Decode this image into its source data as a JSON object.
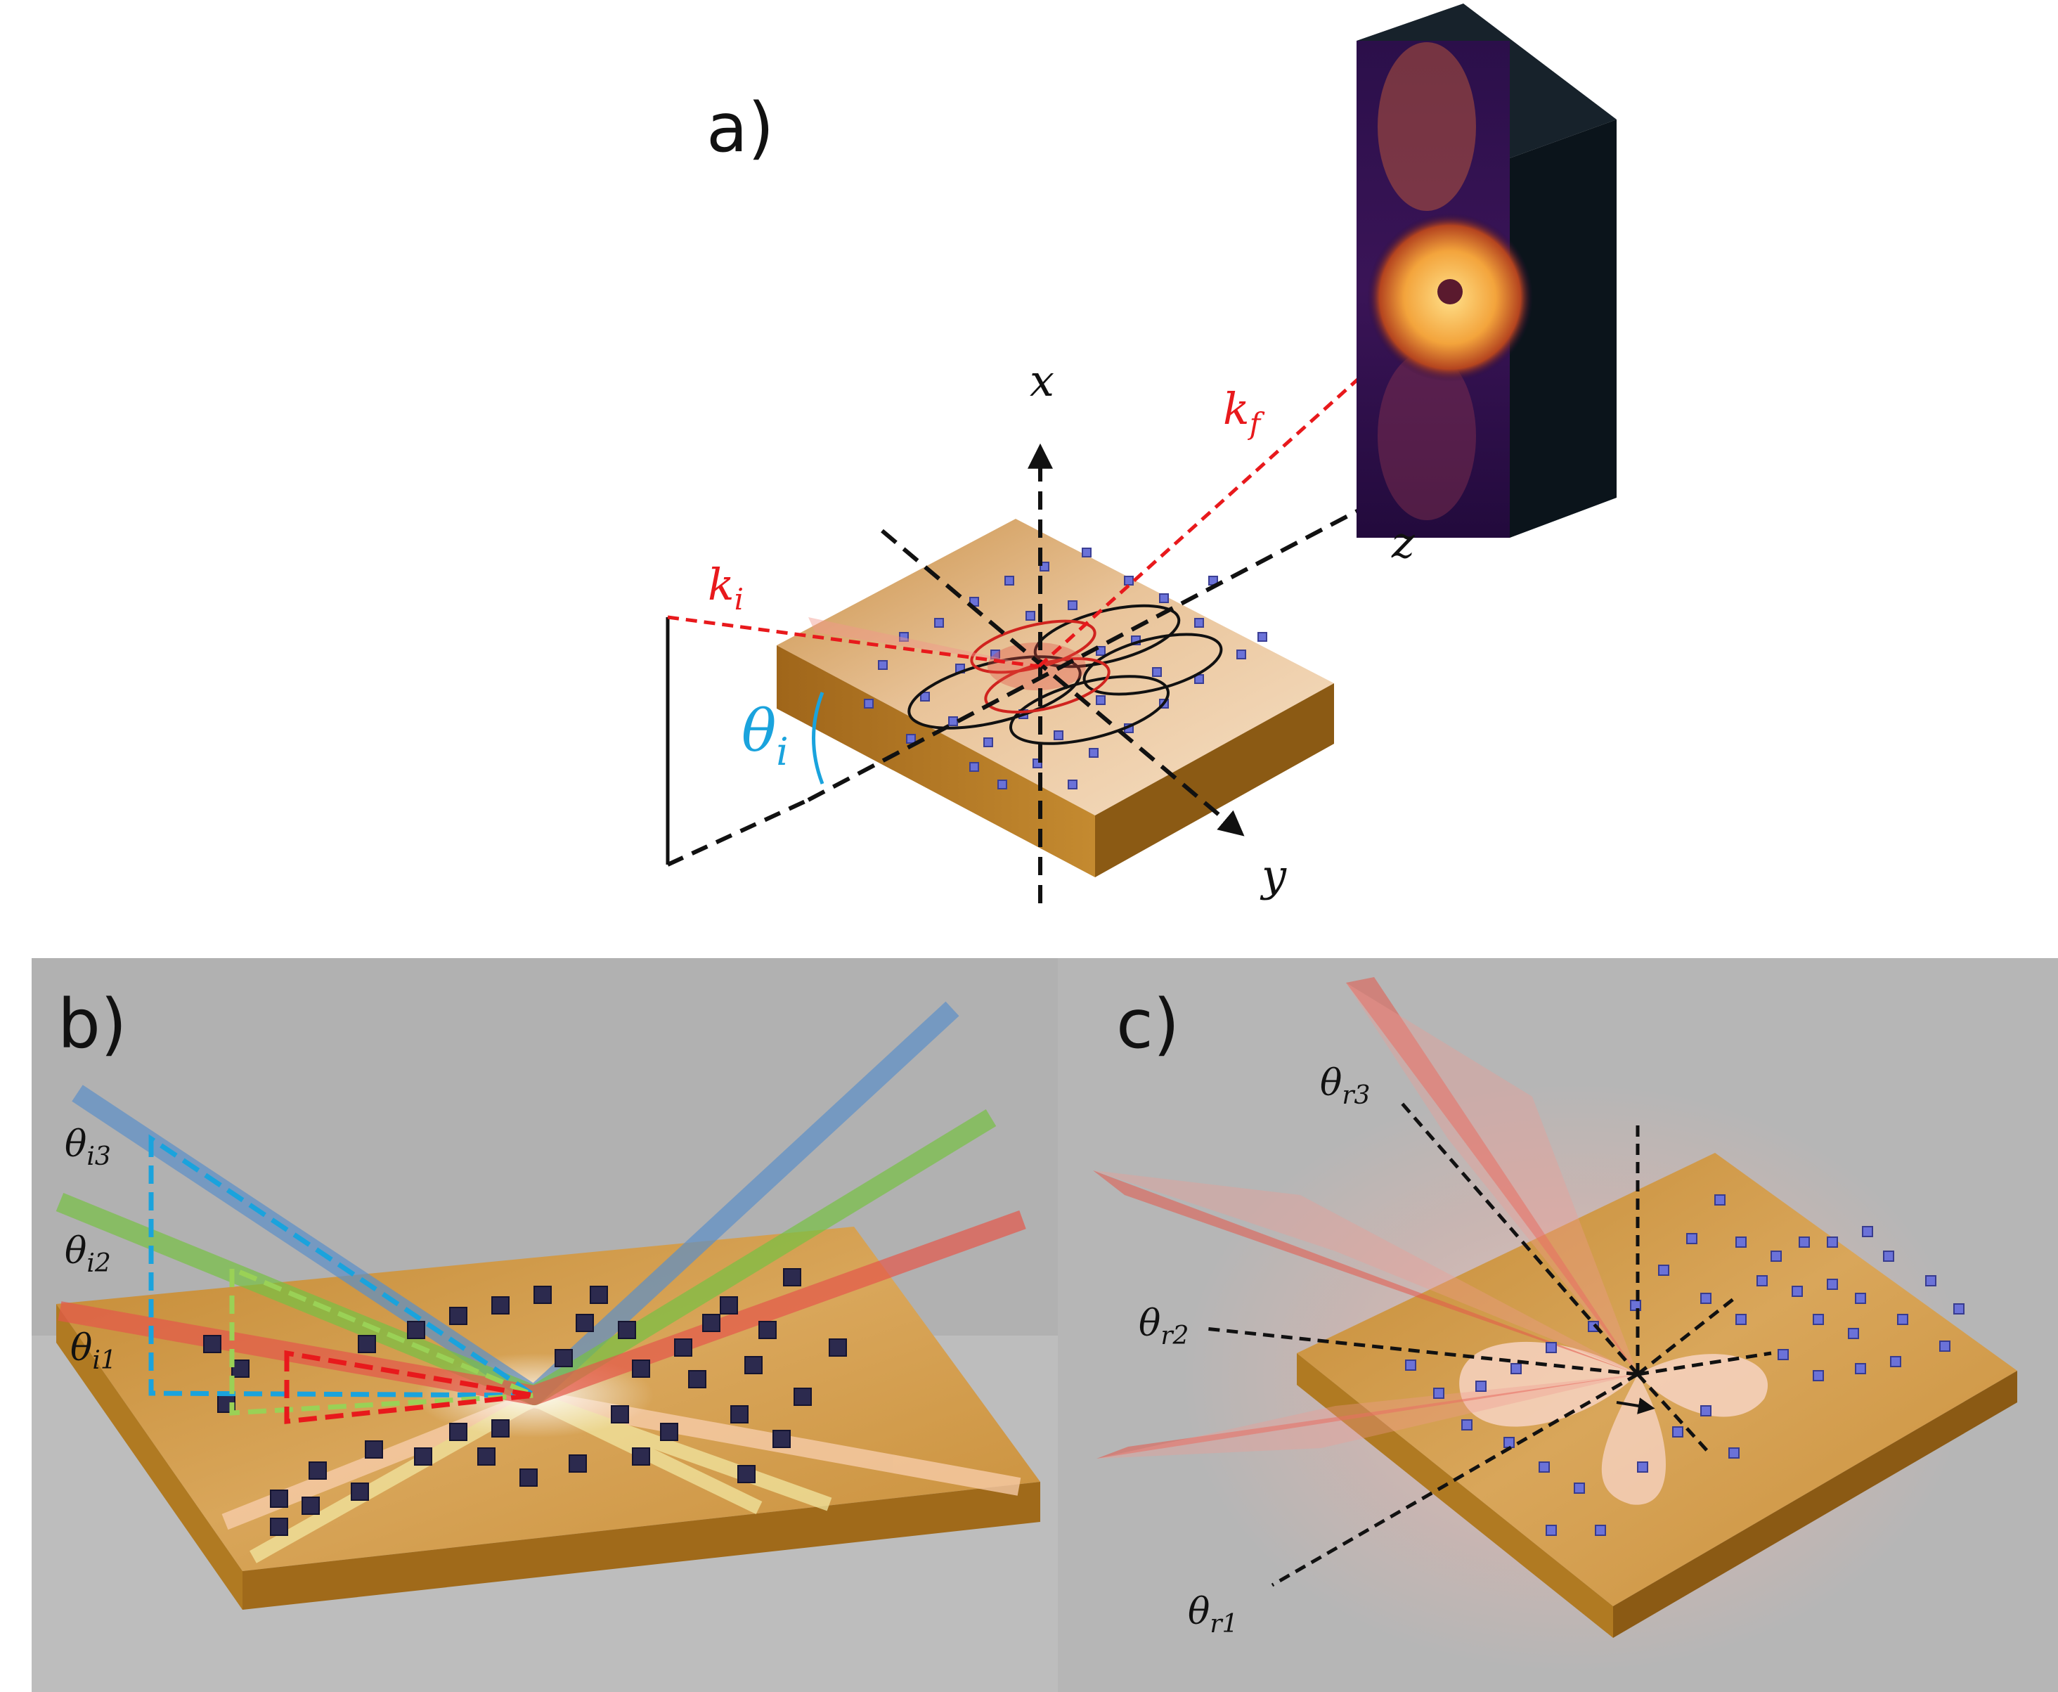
{
  "panels": {
    "a": {
      "label": "a)",
      "axis_x": "x",
      "axis_y": "y",
      "axis_z": "z",
      "k_in": "k",
      "k_in_sub": "i",
      "k_out": "k",
      "k_out_sub": "f",
      "theta": "θ",
      "theta_sub": "i"
    },
    "b": {
      "label": "b)",
      "theta": "θ",
      "angles": [
        "i3",
        "i2",
        "i1"
      ]
    },
    "c": {
      "label": "c)",
      "theta": "θ",
      "angles": [
        "r3",
        "r2",
        "r1"
      ]
    }
  },
  "colors": {
    "incident_red": "#e8191c",
    "angle_cyan": "#1aa3dd",
    "gold_top": "#d2a45c",
    "gold_side": "#b07a22",
    "particle": "#6a6fd6",
    "panel_bg": "#b4b4b4",
    "beam_blue": "#5b8fc7",
    "beam_green": "#76c043",
    "beam_red": "#e4574a"
  }
}
